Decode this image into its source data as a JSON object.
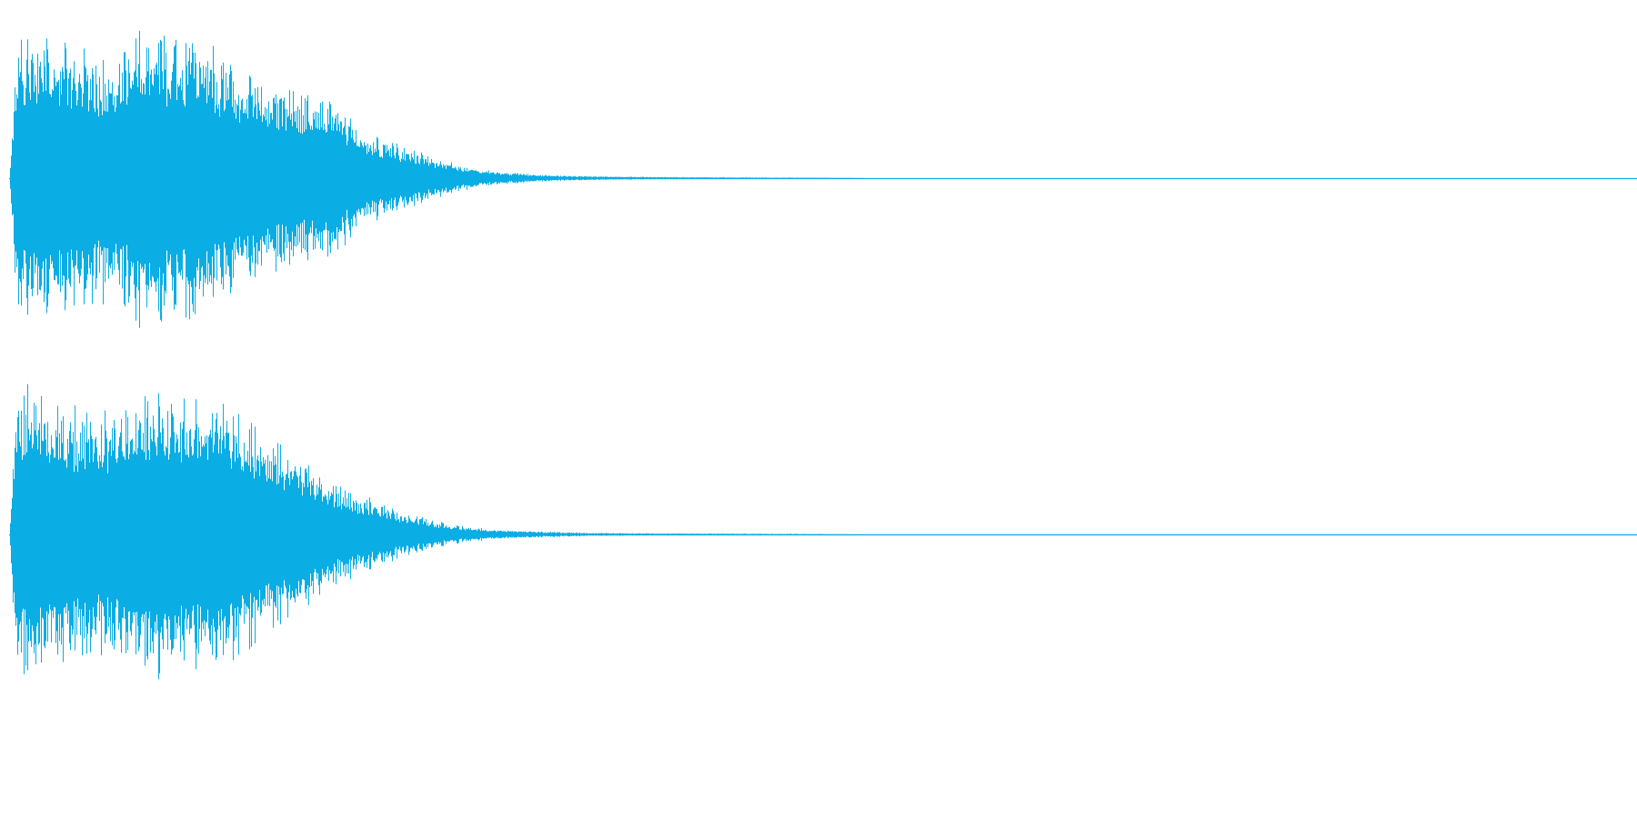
{
  "chart_data": {
    "type": "area",
    "title": "",
    "xlabel": "",
    "ylabel": "",
    "xlim": [
      0,
      1
    ],
    "ylim": [
      -1,
      1
    ],
    "grid": false,
    "legend": "none",
    "series_color": "#0AADE4",
    "channels": [
      {
        "envelope_x": [
          0.0,
          0.005,
          0.02,
          0.04,
          0.06,
          0.08,
          0.1,
          0.12,
          0.14,
          0.16,
          0.18,
          0.2,
          0.22,
          0.24,
          0.26,
          0.28,
          0.3,
          0.33,
          0.36,
          0.4,
          0.45,
          0.5,
          0.53,
          1.0
        ],
        "envelope_y": [
          0.0,
          0.95,
          0.98,
          0.85,
          0.82,
          0.97,
          0.92,
          0.95,
          0.7,
          0.62,
          0.55,
          0.5,
          0.3,
          0.22,
          0.14,
          0.08,
          0.04,
          0.02,
          0.012,
          0.008,
          0.005,
          0.003,
          0.0,
          0.0
        ]
      },
      {
        "envelope_x": [
          0.0,
          0.005,
          0.02,
          0.04,
          0.06,
          0.08,
          0.1,
          0.12,
          0.14,
          0.16,
          0.18,
          0.2,
          0.22,
          0.24,
          0.26,
          0.28,
          0.3,
          0.33,
          0.36,
          0.4,
          0.45,
          0.5,
          0.53,
          1.0
        ],
        "envelope_y": [
          0.0,
          0.97,
          0.92,
          0.82,
          0.78,
          0.9,
          0.97,
          0.85,
          0.8,
          0.6,
          0.5,
          0.32,
          0.24,
          0.15,
          0.09,
          0.05,
          0.03,
          0.018,
          0.01,
          0.007,
          0.005,
          0.003,
          0.0,
          0.0
        ]
      }
    ]
  }
}
